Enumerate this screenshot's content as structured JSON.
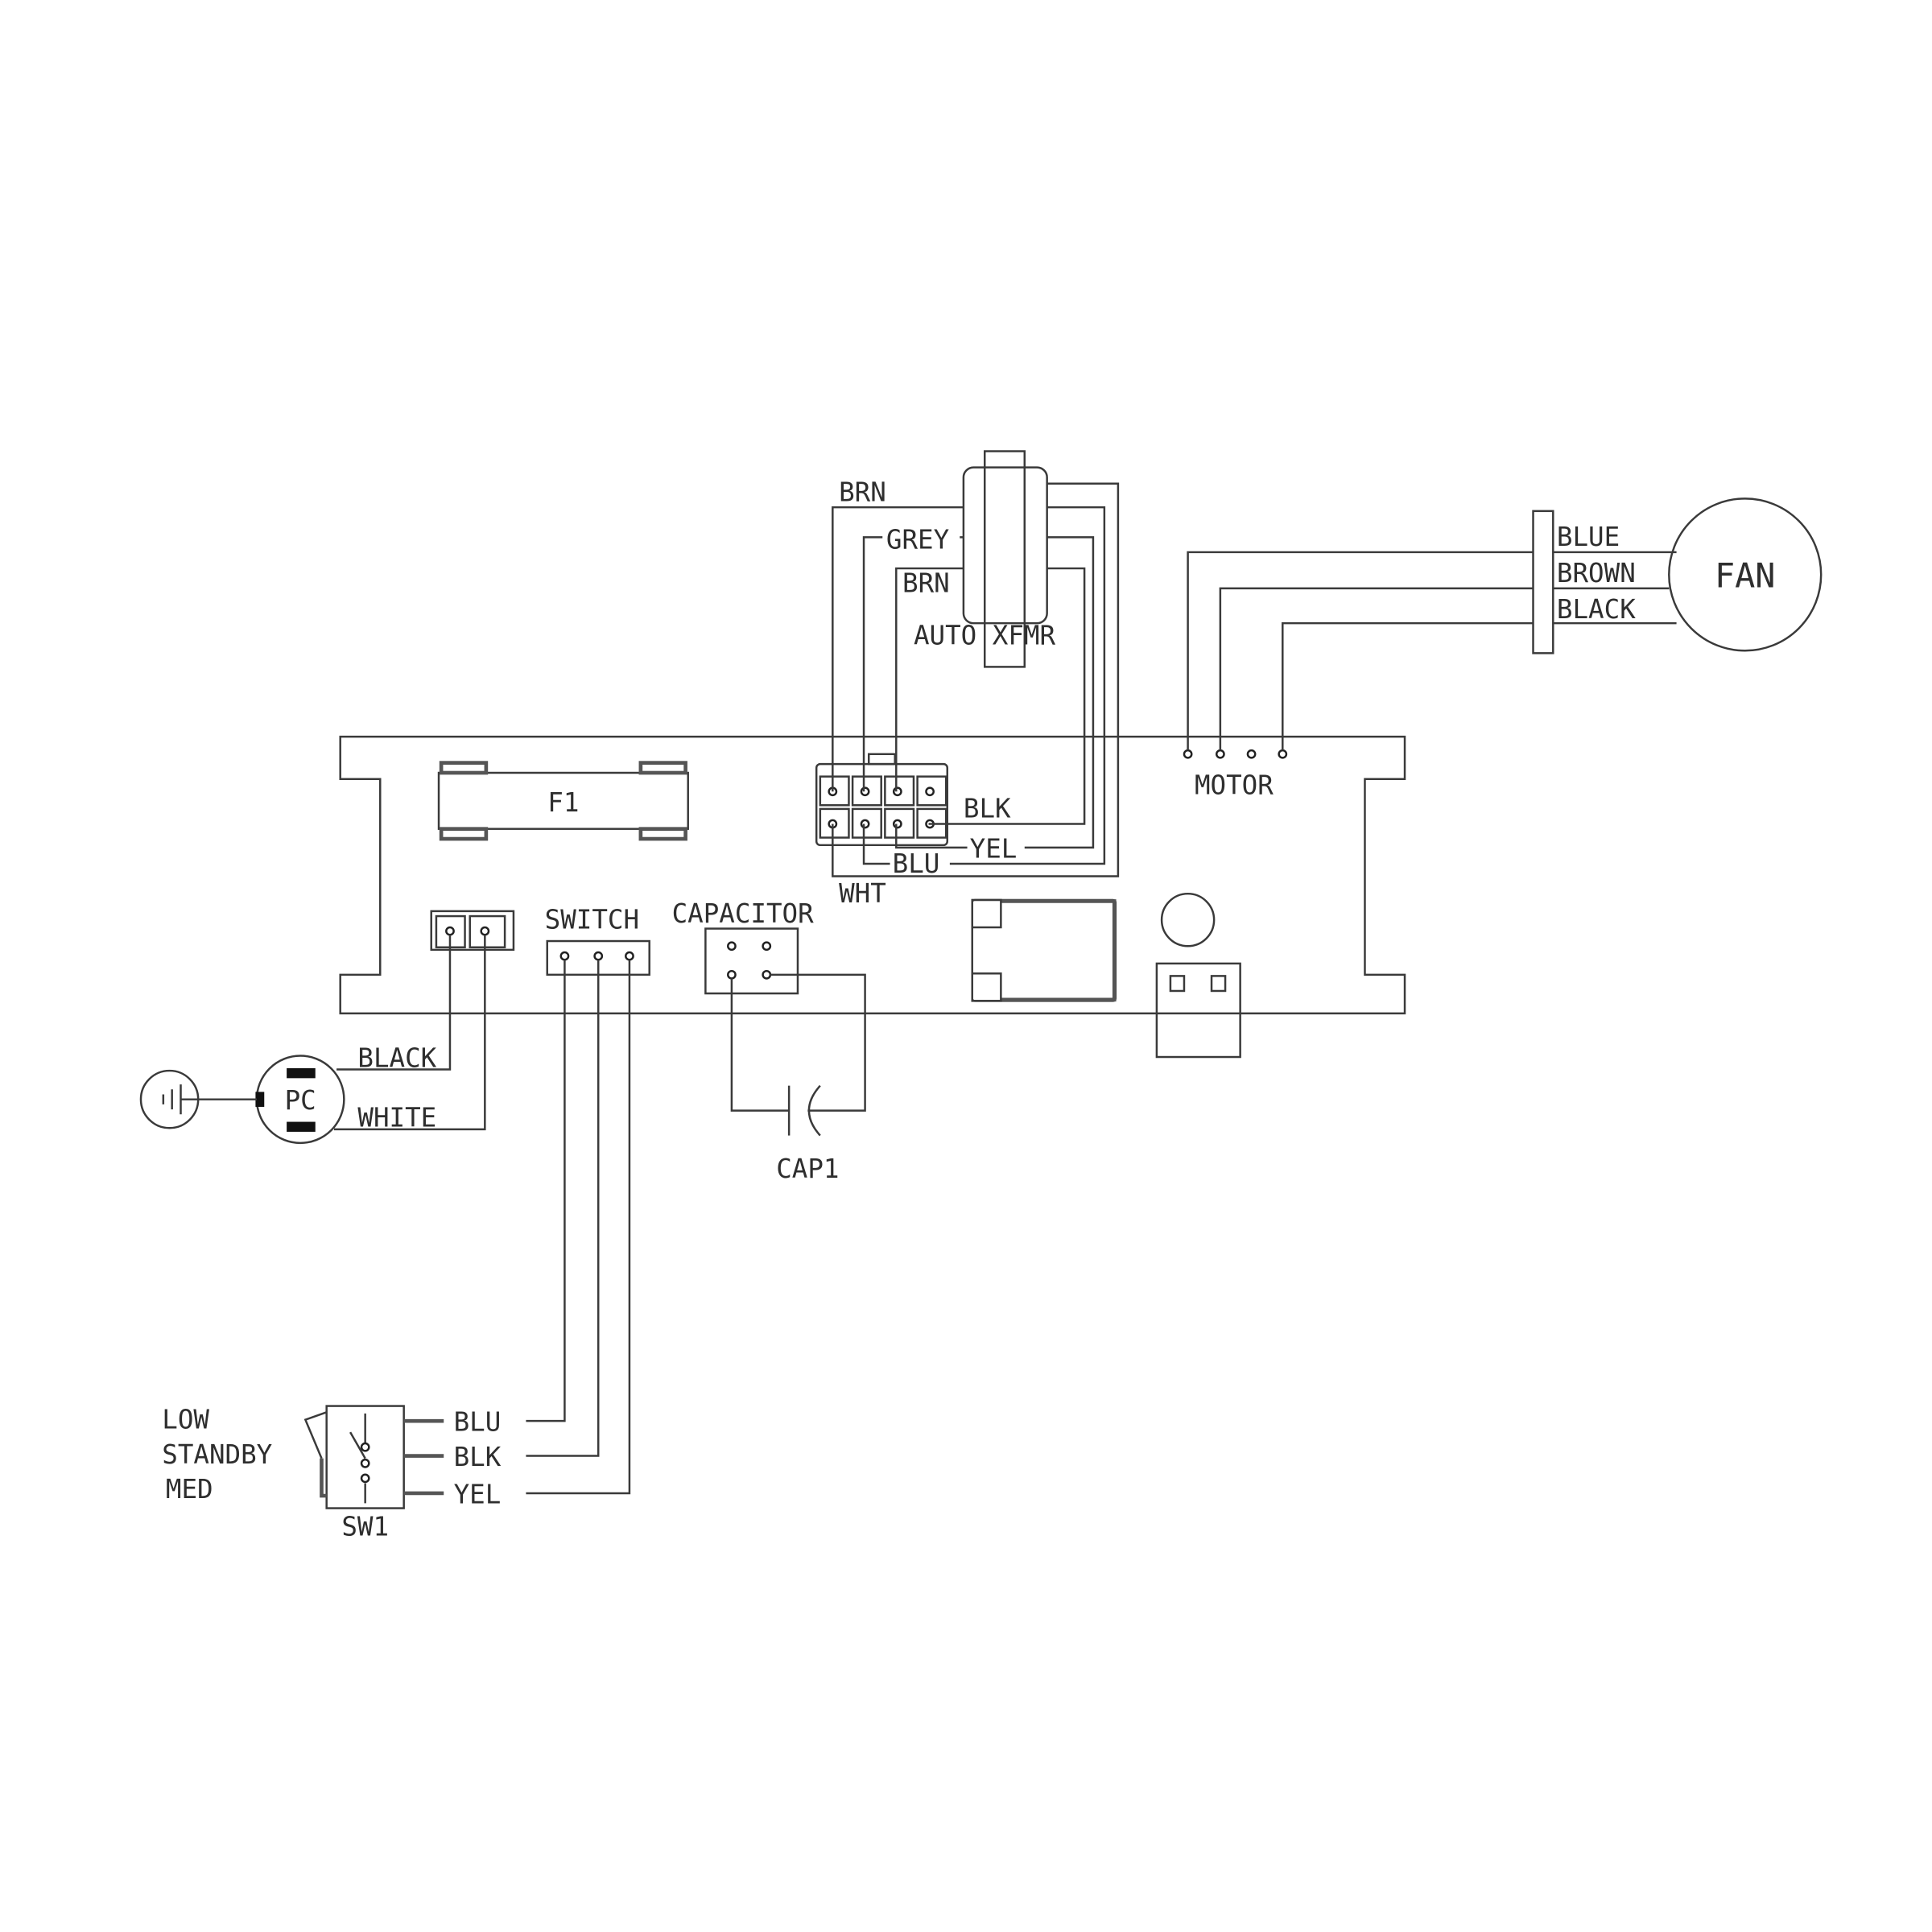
{
  "transformer": {
    "label": "AUTO XFMR",
    "wires_in": [
      "BRN",
      "GREY",
      "BRN"
    ]
  },
  "board_connector": {
    "wires": [
      "BLK",
      "YEL",
      "BLU",
      "WHT"
    ]
  },
  "fuse": {
    "label": "F1"
  },
  "motor": {
    "label": "MOTOR"
  },
  "fan": {
    "label": "FAN",
    "wires": [
      "BLUE",
      "BROWN",
      "BLACK"
    ]
  },
  "switch_header": {
    "label": "SWITCH"
  },
  "capacitor_header": {
    "label": "CAPACITOR"
  },
  "cap1": {
    "label": "CAP1"
  },
  "power": {
    "plug_label": "PC",
    "wires": [
      "BLACK",
      "WHITE"
    ]
  },
  "sw1": {
    "label": "SW1",
    "positions": [
      "LOW",
      "STANDBY",
      "MED"
    ],
    "wires": [
      "BLU",
      "BLK",
      "YEL"
    ]
  },
  "icons": {
    "ground": "ground-symbol-icon",
    "fan": "fan-motor-icon",
    "capacitor": "capacitor-symbol-icon",
    "switch": "rocker-switch-icon"
  }
}
